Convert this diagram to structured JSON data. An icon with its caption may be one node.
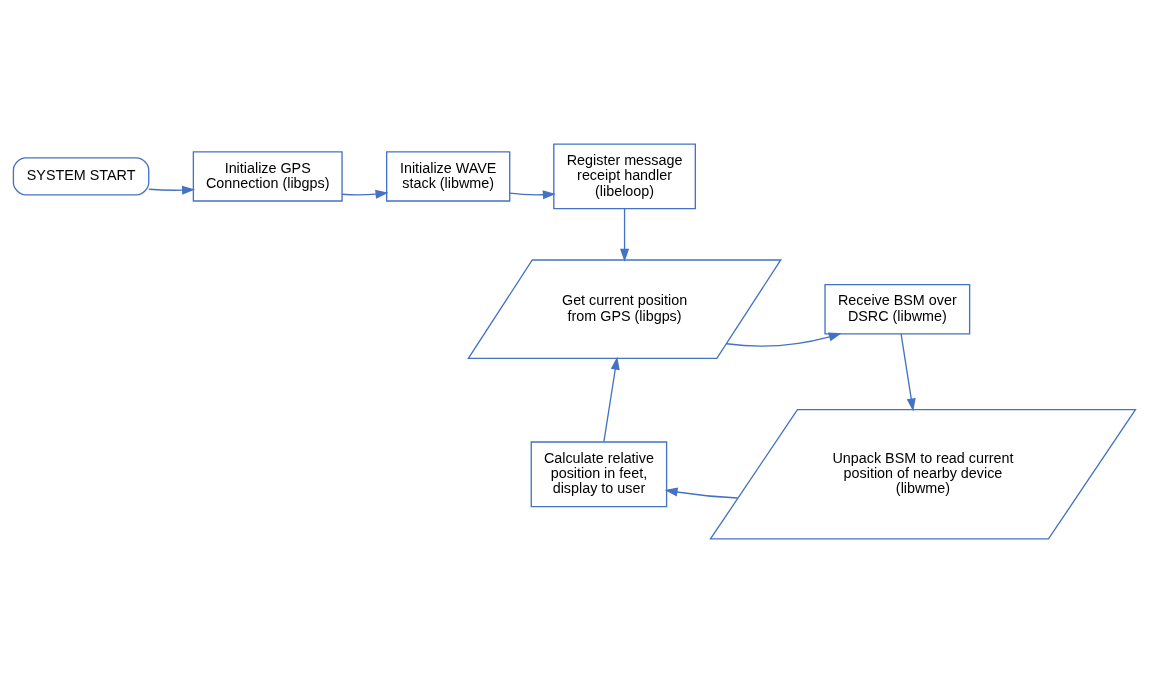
{
  "diagram": {
    "nodes": [
      {
        "text": [
          "SYSTEM START"
        ]
      },
      {
        "text": [
          "Initialize GPS Connection (libgps)"
        ]
      },
      {
        "text": [
          "Initialize WAVE stack (libwme)"
        ]
      },
      {
        "text": [
          "Register message receipt handler (libeloop)"
        ]
      },
      {
        "text": [
          "Get current position from GPS (libgps)"
        ]
      },
      {
        "text": [
          "Receive BSM over DSRC (libwme)"
        ]
      },
      {
        "text": [
          "Unpack BSM to read current position of nearby device (libwme)"
        ]
      },
      {
        "text": [
          "Calculate relative position in feet, display to user"
        ]
      }
    ],
    "edges": [
      {
        "from": 0,
        "to": 1,
        "arrow": "to"
      },
      {
        "from": 1,
        "to": 2,
        "arrow": "to"
      },
      {
        "from": 2,
        "to": 3,
        "arrow": "to"
      },
      {
        "from": 3,
        "to": 4,
        "arrow": "to"
      },
      {
        "from": 4,
        "to": 5,
        "arrow": "to"
      },
      {
        "from": 5,
        "to": 6,
        "arrow": "to"
      },
      {
        "from": 6,
        "to": 7,
        "arrow": "to"
      },
      {
        "from": 7,
        "to": 4,
        "arrow": "to"
      }
    ]
  }
}
